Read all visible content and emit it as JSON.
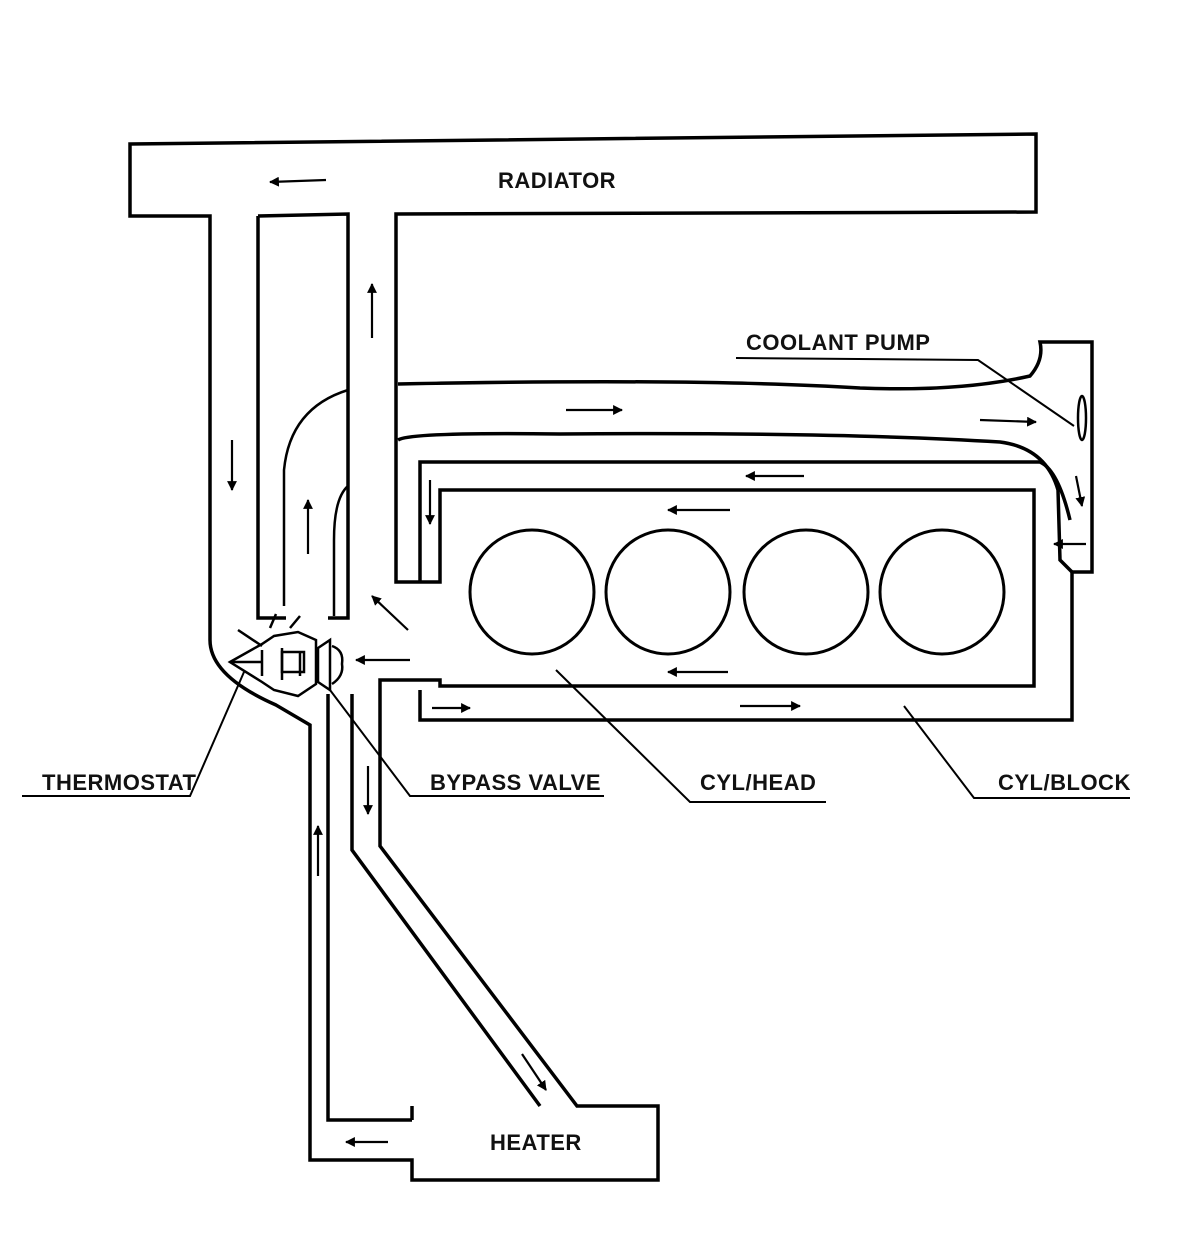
{
  "labels": {
    "radiator": "RADIATOR",
    "coolant_pump": "COOLANT PUMP",
    "thermostat": "THERMOSTAT",
    "bypass_valve": "BYPASS  VALVE",
    "cyl_head": "CYL/HEAD",
    "cyl_block": "CYL/BLOCK",
    "heater": "HEATER"
  },
  "colors": {
    "line": "#000000",
    "background": "#ffffff"
  }
}
